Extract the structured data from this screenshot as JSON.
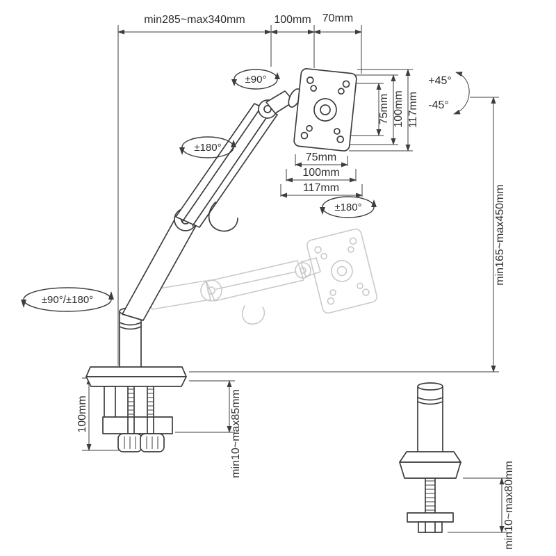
{
  "figure": {
    "type": "technical-dimension-diagram",
    "subject": "Gas-spring single monitor desk mount arm with clamp and grommet base"
  },
  "colors": {
    "line": "#3d3d3d",
    "ghost": "#c9c9c9",
    "background": "#ffffff",
    "text": "#2e2e2e"
  },
  "dims": {
    "arm_reach": "min285~max340mm",
    "head_offset": "100mm",
    "plate_top": "70mm",
    "vesa_r75": "75mm",
    "vesa_r100": "100mm",
    "vesa_r117": "117mm",
    "vesa_b75": "75mm",
    "vesa_b100": "100mm",
    "vesa_b117": "117mm",
    "tilt_up": "+45°",
    "tilt_down": "-45°",
    "height_range": "min165~max450mm",
    "clamp_height": "100mm",
    "desk_range": "min10~max85mm",
    "grommet_range": "min10~max80mm"
  },
  "rotations": {
    "head": "±90°",
    "elbow": "±180°",
    "base": "±90°/±180°",
    "plate": "±180°"
  }
}
